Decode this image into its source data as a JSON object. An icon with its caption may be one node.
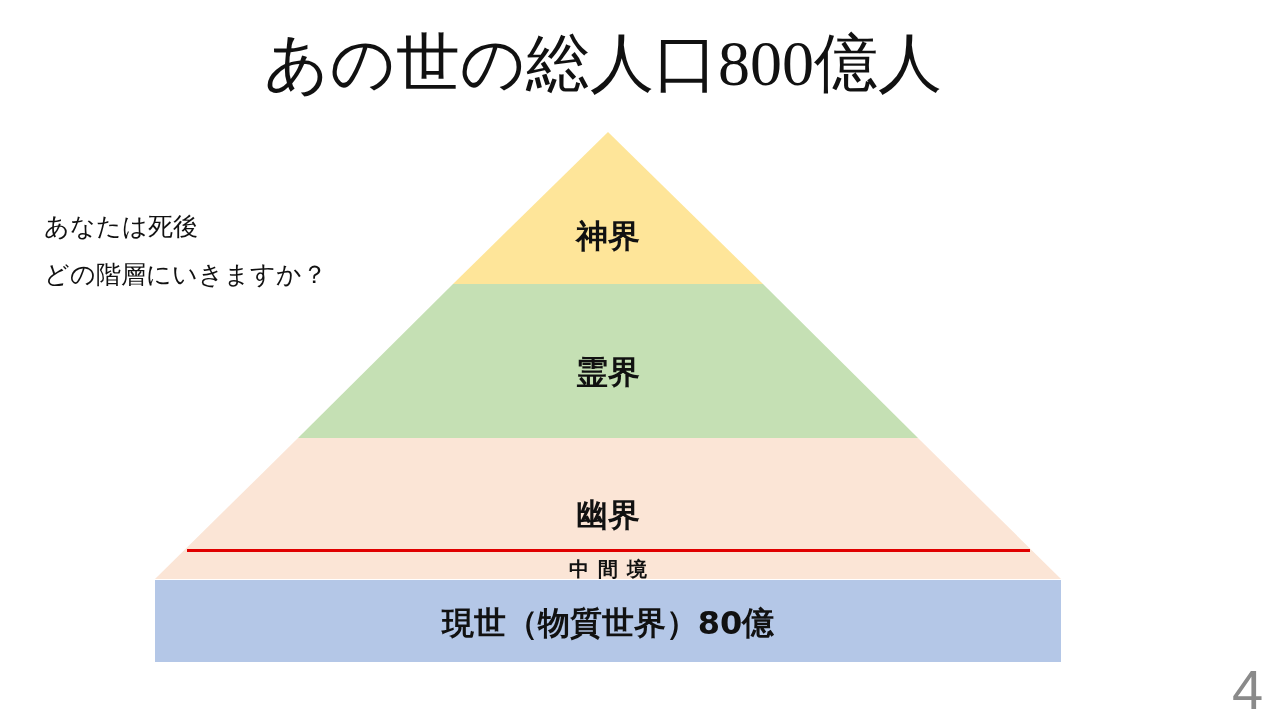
{
  "diagram": {
    "title": "あの世の総人口800億人",
    "nodes": [
      {
        "text": [
          "神界"
        ]
      },
      {
        "text": [
          "霊界"
        ]
      },
      {
        "text": [
          "幽界",
          "中間境"
        ]
      },
      {
        "text": [
          "現世（物質世界）80億"
        ]
      }
    ],
    "labels": [
      "あなたは死後",
      "どの階層にいきますか？",
      "4"
    ]
  }
}
